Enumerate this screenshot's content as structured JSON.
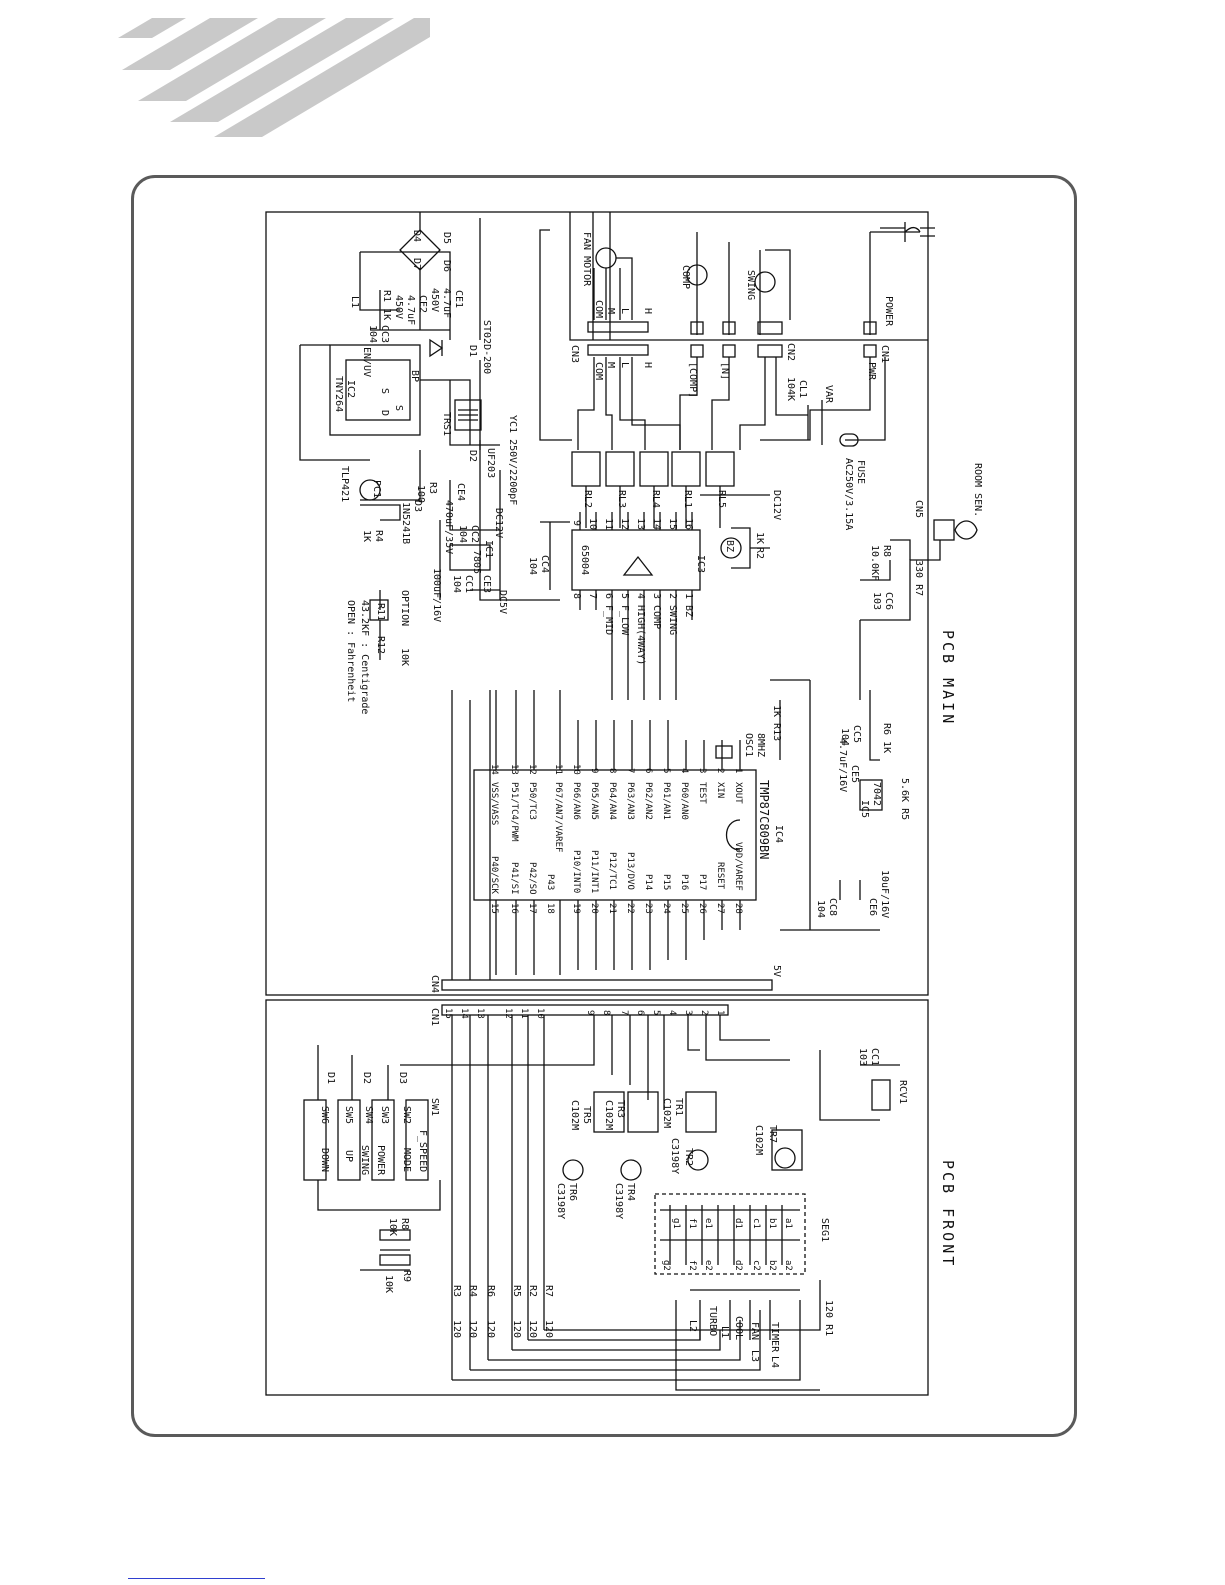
{
  "labels": {
    "pcb_main": "PCB MAIN",
    "pcb_front": "PCB FRONT",
    "fan_motor": "FAN MOTOR",
    "comp": "COMP",
    "swing": "SWING",
    "power": "POWER",
    "room_sen": "ROOM SEN.",
    "fuse": "FUSE",
    "fuse_rating": "AC250V/3.15A",
    "var": "VAR",
    "cl1": "CL1",
    "cl1_val": "104K",
    "cn1": "CN1",
    "pwr": "PWR",
    "cn2": "CN2",
    "cn3": "CN3",
    "cn4": "CN4",
    "cn5": "CN5",
    "cn_comp": "[COMP]",
    "cn_n": "[N]",
    "com": "COM",
    "m": "M",
    "l": "L",
    "h": "H",
    "rl1": "RL1",
    "rl2": "RL2",
    "rl3": "RL3",
    "rl4": "RL4",
    "rl5": "RL5",
    "dc12v": "DC12V",
    "dc5v": "DC5V",
    "ic3": "IC3",
    "ic3_part": "65004",
    "ic1": "IC1",
    "ic1_part": "7805",
    "ic2": "IC2",
    "ic2_part": "TNY264",
    "ic4": "IC4",
    "ic4_part": "TMP87C809BN",
    "ic5": "IC5",
    "ic5_part": "7042",
    "trs1": "TRS1",
    "pc1": "PC1",
    "pc1_part": "TLP421",
    "d1": "D1",
    "d2": "D2",
    "d2_part": "UF203",
    "d3": "D3",
    "d3_part": "1N5241B",
    "d4": "D4",
    "d5": "D5",
    "d6": "D6",
    "d7": "D7",
    "st": "ST02D-200",
    "yc1": "YC1 250V/2200pF",
    "ce1": "CE1",
    "ce1_val": "4.7uF",
    "ce1_v": "450V",
    "ce2": "CE2",
    "ce2_val": "4.7uF",
    "ce2_v": "450V",
    "ce3": "CE3",
    "ce3_val": "100uF/16V",
    "ce4": "CE4",
    "ce4_val": "470uF/35V",
    "ce5": "CE5",
    "ce5_val": "4.7uF/16V",
    "ce6": "CE6",
    "ce6_val": "10uF/16V",
    "cc1": "CC1",
    "cc1_val": "104",
    "cc2": "CC2",
    "cc2_val": "104",
    "cc3": "CC3",
    "cc3_val": "104",
    "cc4": "CC4",
    "cc4_val": "104",
    "cc5": "CC5",
    "cc5_val": "104",
    "cc6": "CC6",
    "cc6_val": "103",
    "cc8": "CC8",
    "cc8_val": "104",
    "r1": "R1 1K",
    "l1": "L1",
    "r2": "R2",
    "r2_val": "1K",
    "r3": "R3",
    "r3_val": "100",
    "r4": "R4",
    "r4_val": "1K",
    "r5": "5.6K R5",
    "r6": "R6 1K",
    "r7": "330 R7",
    "r8": "R8",
    "r8_val": "10.0KF",
    "r11": "R11",
    "r12": "R12",
    "r12_val": "10K",
    "r13": "1K R13",
    "bz": "BZ",
    "osc1": "OSC1",
    "osc1_val": "8MHZ",
    "option": "OPTION",
    "opt_c": "43.2KF : Centigrade",
    "opt_f": "OPEN : Fahrenheit",
    "en_uv": "EN/UV",
    "bp": "BP",
    "s": "S",
    "d": "D",
    "ic3_pins": [
      "1 BZ",
      "2 SWING",
      "3 COMP",
      "4 HIGH(4WAY)",
      "5 F_LOW",
      "6 F_MID",
      "7",
      "8"
    ],
    "ic3_pins_top": [
      "9",
      "10",
      "11",
      "12",
      "13",
      "14",
      "15",
      "16"
    ],
    "ic4_left": [
      "XOUT",
      "XIN",
      "TEST",
      "P60/AN0",
      "P61/AN1",
      "P62/AN2",
      "P63/AN3",
      "P64/AN4",
      "P65/AN5",
      "P66/AN6",
      "P67/AN7/VAREF",
      "P50/TC3",
      "P51/TC4/PWM",
      "VSS/VASS"
    ],
    "ic4_right": [
      "VDD/VAREF",
      "RESET",
      "P17",
      "P16",
      "P15",
      "P14",
      "P13/DVO",
      "P12/TC1",
      "P11/INT1",
      "P10/INT0",
      "P43",
      "P42/SO",
      "P41/SI",
      "P40/SCK"
    ],
    "pin_nums_left": [
      "1",
      "2",
      "3",
      "4",
      "5",
      "6",
      "7",
      "8",
      "9",
      "10",
      "11",
      "12",
      "13",
      "14"
    ],
    "pin_nums_right": [
      "28",
      "27",
      "26",
      "25",
      "24",
      "23",
      "22",
      "21",
      "20",
      "19",
      "18",
      "17",
      "16",
      "15"
    ],
    "cn4_pins": [
      "1",
      "2",
      "3",
      "4",
      "5",
      "6",
      "7",
      "8",
      "9",
      "10",
      "11",
      "12",
      "13",
      "14",
      "15"
    ],
    "five_v": "5V",
    "rcv1": "RCV1",
    "cc1_front": "CC1",
    "cc1_front_val": "103",
    "tr1": "TR1",
    "tr2": "TR2",
    "tr3": "TR3",
    "tr4": "TR4",
    "tr5": "TR5",
    "tr6": "TR6",
    "tr7": "TR7",
    "c102m": "C102M",
    "c3198y": "C3198Y",
    "seg1": "SEG1",
    "seg_a": [
      "a1",
      "b1",
      "c1",
      "d1",
      "e1",
      "f1",
      "g1"
    ],
    "seg_b": [
      "a2",
      "b2",
      "c2",
      "d2",
      "e2",
      "f2",
      "g2"
    ],
    "sw1": "SW1",
    "sw2": "SW2",
    "sw3": "SW3",
    "sw4": "SW4",
    "sw5": "SW5",
    "sw6": "SW6",
    "f_speed": "F_SPEED",
    "mode": "MODE",
    "power_sw": "POWER",
    "swing_sw": "SWING",
    "up": "UP",
    "down": "DOWN",
    "fd1": "D1",
    "fd2": "D2",
    "fd3": "D3",
    "fr8": "R8",
    "fr9": "R9",
    "ten_k": "10K",
    "fr1": "120 R1",
    "fr2": "R2",
    "fr3": "R3",
    "fr4": "R4",
    "fr5": "R5",
    "fr6": "R6",
    "fr7": "R7",
    "r120": "120",
    "timer": "TIMER",
    "fan": "FAN",
    "cool": "COOL",
    "turbo": "TURBO",
    "led_l1": "L1",
    "led_l2": "L2",
    "led_l3": "L3",
    "led_l4": "L4"
  }
}
